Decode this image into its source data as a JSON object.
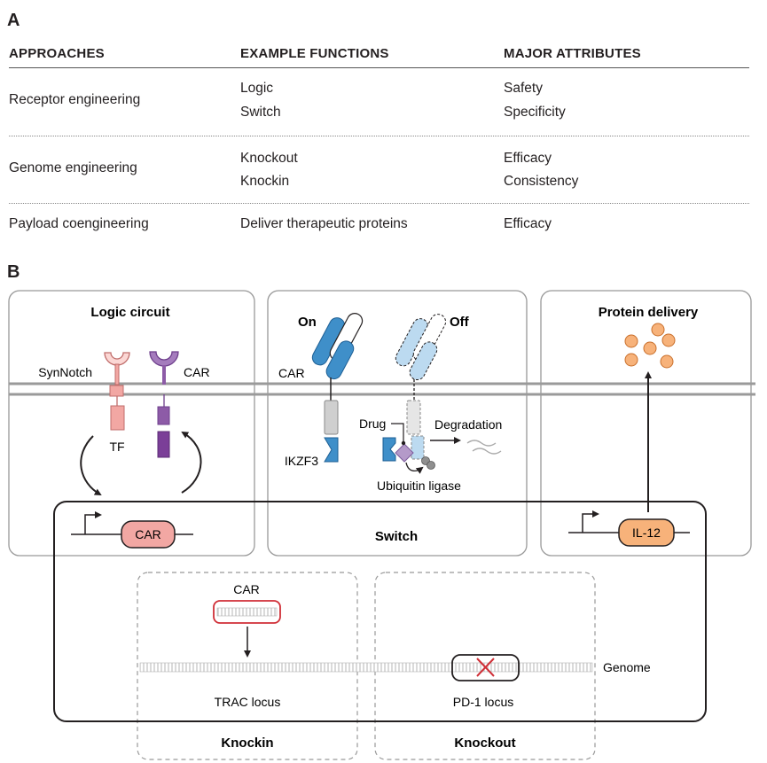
{
  "panel_a": {
    "letter": "A",
    "headers": {
      "approaches": "APPROACHES",
      "functions": "EXAMPLE FUNCTIONS",
      "attributes": "MAJOR ATTRIBUTES"
    },
    "rows": [
      {
        "approach": "Receptor engineering",
        "functions": [
          "Logic",
          "Switch"
        ],
        "attributes": [
          "Safety",
          "Specificity"
        ]
      },
      {
        "approach": "Genome engineering",
        "functions": [
          "Knockout",
          "Knockin"
        ],
        "attributes": [
          "Efficacy",
          "Consistency"
        ]
      },
      {
        "approach": "Payload coengineering",
        "functions": [
          "Deliver therapeutic proteins"
        ],
        "attributes": [
          "Efficacy"
        ]
      }
    ]
  },
  "panel_b": {
    "letter": "B",
    "logic_circuit": {
      "title": "Logic circuit",
      "synnotch": "SynNotch",
      "car": "CAR",
      "tf": "TF",
      "gene": "CAR"
    },
    "switch": {
      "title": "Switch",
      "on": "On",
      "off": "Off",
      "car": "CAR",
      "ikzf3": "IKZF3",
      "drug": "Drug",
      "degradation": "Degradation",
      "ubiquitin": "Ubiquitin ligase"
    },
    "protein_delivery": {
      "title": "Protein delivery",
      "gene": "IL-12"
    },
    "knockin": {
      "title": "Knockin",
      "car": "CAR",
      "locus": "TRAC locus"
    },
    "knockout": {
      "title": "Knockout",
      "locus": "PD-1 locus"
    },
    "genome_label": "Genome",
    "colors": {
      "pink": "#f2a7a3",
      "purple": "#8d5ba7",
      "blue": "#3f8fc9",
      "light_blue": "#bcdaf0",
      "orange": "#f7b27a",
      "red": "#d02f37",
      "gray": "#aaaaaa"
    }
  }
}
